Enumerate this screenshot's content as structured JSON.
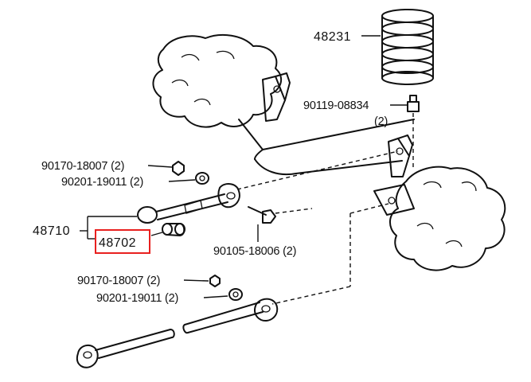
{
  "callouts": {
    "spring": "48231",
    "spring_bolt": "90119-08834",
    "spring_bolt_qty": "(2)",
    "upper_nut": "90170-18007 (2)",
    "upper_washer": "90201-19011 (2)",
    "arm_assembly": "48710",
    "bushing": "48702",
    "center_bolt": "90105-18006 (2)",
    "lower_nut": "90170-18007 (2)",
    "lower_washer": "90201-19011 (2)"
  },
  "colors": {
    "ink": "#111111",
    "highlight": "#e8201f",
    "background": "#ffffff"
  },
  "highlighted_part": "48702"
}
